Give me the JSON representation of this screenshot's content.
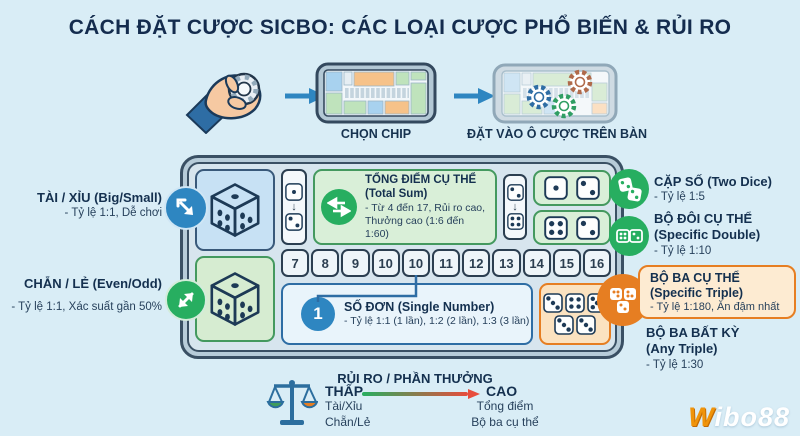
{
  "title": "CÁCH ĐẶT CƯỢC SICBO: CÁC LOẠI CƯỢC PHỔ BIẾN & RỦI RO",
  "flow": {
    "step1_label": "CHỌN CHIP",
    "step2_label": "ĐẶT VÀO Ô CƯỢC TRÊN BÀN"
  },
  "left_annotations": {
    "tai_xiu": {
      "title": "TÀI / XỈU (Big/Small)",
      "detail": "- Tỷ lệ 1:1, Dễ chơi"
    },
    "chan_le": {
      "title": "CHẴN / LẺ (Even/Odd)",
      "detail": "- Tỷ lệ 1:1, Xác suất gần 50%"
    }
  },
  "board": {
    "total_sum": {
      "title": "TỔNG ĐIỂM CỤ THỂ",
      "subtitle": "(Total Sum)",
      "line1": "- Từ 4 đến 17, Rủi ro cao,",
      "line2": "Thưởng cao (1:6 đến 1:60)"
    },
    "numbers": [
      "7",
      "8",
      "9",
      "10",
      "10",
      "11",
      "12",
      "13",
      "14",
      "15",
      "16"
    ],
    "single_number": {
      "badge": "1",
      "title": "SỐ ĐƠN (Single Number)",
      "detail": "- Tỷ lệ 1:1 (1 lần), 1:2 (2 lần), 1:3 (3 lần)"
    }
  },
  "right_annotations": {
    "two_dice": {
      "title": "CẶP SỐ (Two Dice)",
      "detail": "- Tỷ lệ 1:5"
    },
    "specific_double": {
      "title": "BỘ ĐÔI CỤ THỂ",
      "subtitle": "(Specific Double)",
      "detail": "- Tỷ lệ 1:10"
    },
    "specific_triple": {
      "title": "BỘ BA CỤ THỂ",
      "subtitle": "(Specific Triple)",
      "detail": "- Tỷ lệ 1:180, Ăn đậm nhất"
    },
    "any_triple": {
      "title": "BỘ BA BẤT KỲ",
      "subtitle": "(Any Triple)",
      "detail": "- Tỷ lệ 1:30"
    }
  },
  "risk_reward": {
    "title": "RỦI RO / PHẦN THƯỞNG",
    "low_label": "THẤP",
    "low_items": [
      "Tài/Xỉu",
      "Chẵn/Lẻ"
    ],
    "high_label": "CAO",
    "high_items": [
      "Tổng điểm",
      "Bộ ba cụ thể"
    ]
  },
  "logo": {
    "prefix": "W",
    "suffix": "ibo88"
  },
  "colors": {
    "background": "#d9edf6",
    "navy_text": "#14304f",
    "accent_blue": "#2e86c1",
    "accent_green": "#27ae60",
    "accent_orange": "#e67e22",
    "risk_red": "#e74c3c",
    "logo_gold": "#f0940a",
    "board_frame": "#3a5064"
  }
}
